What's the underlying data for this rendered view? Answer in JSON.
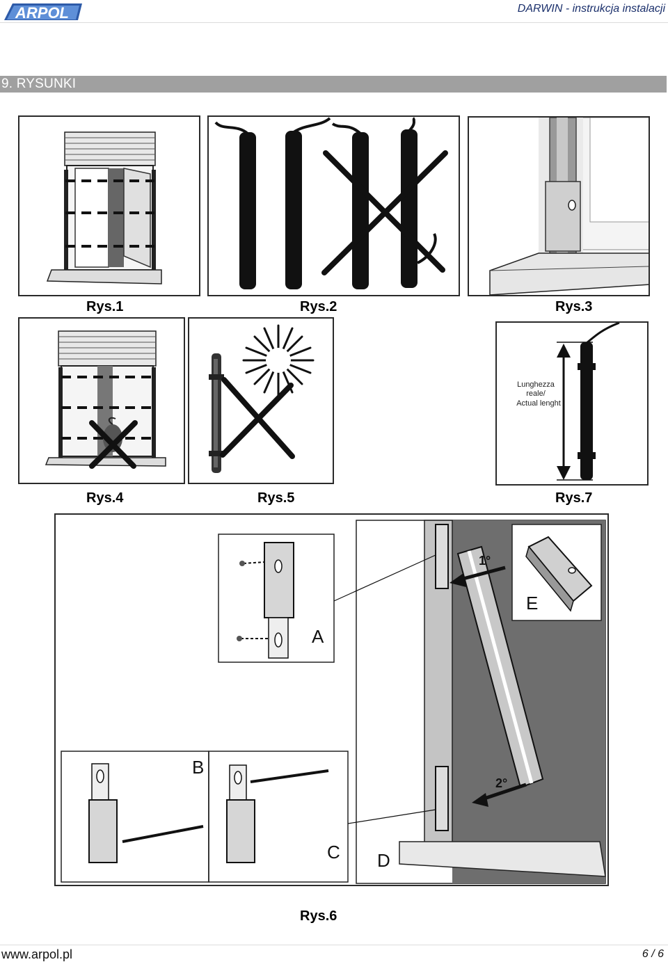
{
  "header": {
    "logo_text": "ARPOL",
    "title": "DARWIN - instrukcja instalacji"
  },
  "section": {
    "title": "9. RYSUNKI"
  },
  "figures": {
    "rys1": {
      "caption": "Rys.1"
    },
    "rys2": {
      "caption": "Rys.2"
    },
    "rys3": {
      "caption": "Rys.3"
    },
    "rys4": {
      "caption": "Rys.4"
    },
    "rys5": {
      "caption": "Rys.5"
    },
    "rys7": {
      "caption": "Rys.7",
      "length_label": [
        "Lunghezza",
        "reale/",
        "Actual lenght"
      ]
    },
    "rys6": {
      "caption": "Rys.6",
      "letters": {
        "a": "A",
        "b": "B",
        "c": "C",
        "d": "D",
        "e": "E"
      },
      "steps": {
        "first": "1°",
        "second": "2°"
      }
    }
  },
  "footer": {
    "url": "www.arpol.pl",
    "page": "6 / 6"
  },
  "colors": {
    "header_title": "#1a2f6b",
    "logo_blue": "#2d5aa8",
    "section_bar": "#a0a0a0",
    "wall_gray": "#6e6e6e"
  }
}
